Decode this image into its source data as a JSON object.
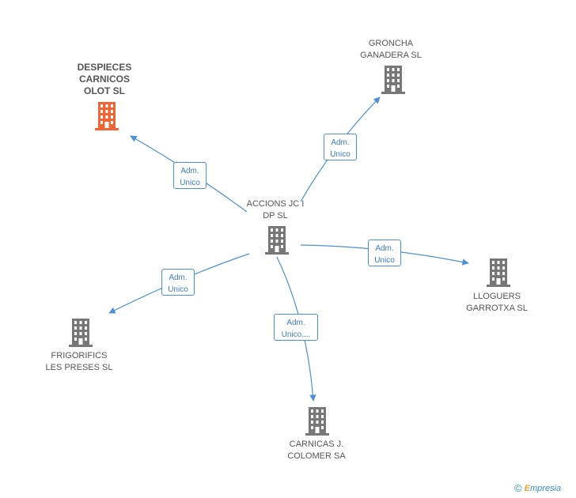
{
  "nodes": {
    "center": {
      "label": "ACCIONS JC I\nDP SL",
      "icon": "building-icon",
      "color": "#777777"
    },
    "despieces": {
      "label": "DESPIECES\nCARNICOS\nOLOT SL",
      "icon": "building-icon",
      "color": "#f06436"
    },
    "groncha": {
      "label": "GRONCHA\nGANADERA SL",
      "icon": "building-icon",
      "color": "#777777"
    },
    "lloguers": {
      "label": "LLOGUERS\nGARROTXA SL",
      "icon": "building-icon",
      "color": "#777777"
    },
    "carnicas": {
      "label": "CARNICAS J.\nCOLOMER SA",
      "icon": "building-icon",
      "color": "#777777"
    },
    "frigorifics": {
      "label": "FRIGORIFICS\nLES PRESES SL",
      "icon": "building-icon",
      "color": "#777777"
    }
  },
  "edges": {
    "despieces": {
      "label": "Adm.\nUnico"
    },
    "groncha": {
      "label": "Adm.\nUnico"
    },
    "lloguers": {
      "label": "Adm.\nUnico"
    },
    "carnicas": {
      "label": "Adm.\nUnico,..."
    },
    "frigorifics": {
      "label": "Adm.\nUnico"
    }
  },
  "colors": {
    "edge": "#4a8fd8",
    "highlight": "#f06436",
    "node": "#777777"
  },
  "footer": {
    "copyright_symbol": "©",
    "brand_first": "E",
    "brand_rest": "mpresia"
  }
}
